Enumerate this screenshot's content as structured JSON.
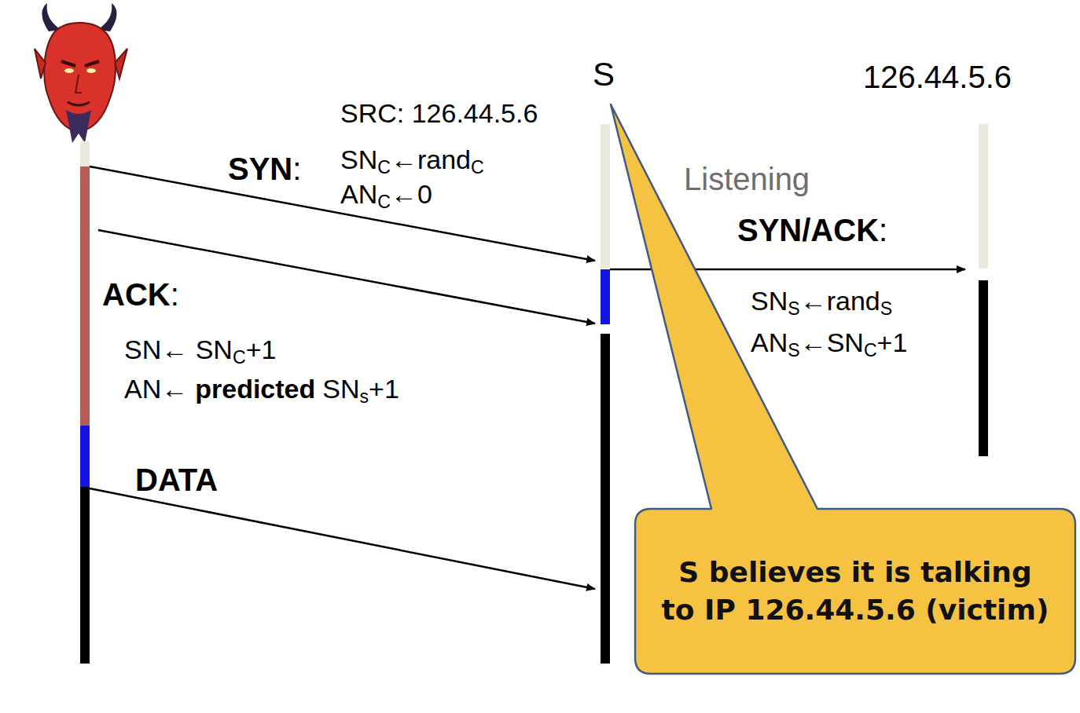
{
  "diagram": {
    "nodes": [
      {
        "text": [
          "S believes it is talking to IP 126.44.5.6 (victim)"
        ]
      }
    ],
    "labels": [
      "S",
      "126.44.5.6",
      "SRC: 126.44.5.6",
      "SYN",
      ":",
      "SN",
      "C",
      "←rand",
      "C",
      "AN",
      "C",
      "←0",
      "Listening",
      "SYN/ACK",
      ":",
      "SN",
      "S",
      "←rand",
      "S",
      "AN",
      "S",
      "←SN",
      "C",
      "+1",
      "ACK",
      ":",
      "SN← SN",
      "C",
      "+1",
      "AN←",
      "predicted",
      "SN",
      "s",
      "+1",
      "DATA"
    ]
  }
}
